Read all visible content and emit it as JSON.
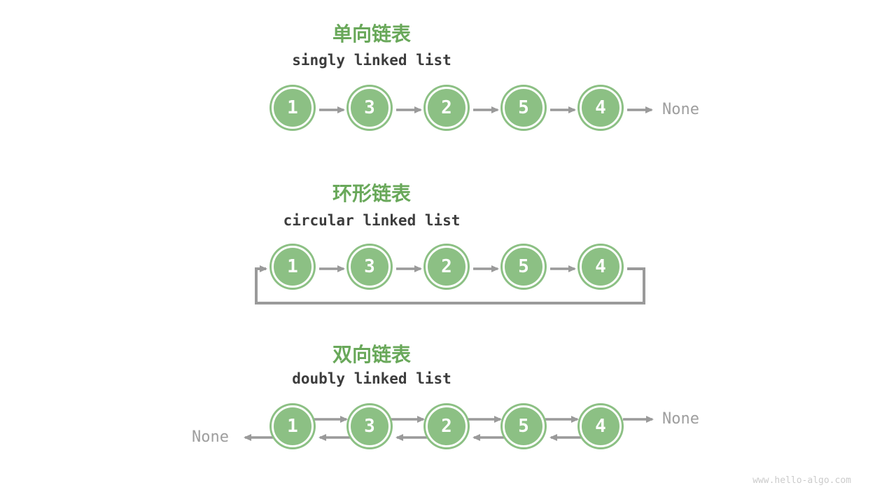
{
  "page": {
    "watermark": "www.hello-algo.com",
    "background": "#ffffff"
  },
  "colors": {
    "node_green": "#8cc084",
    "title_green": "#69a85a",
    "subtitle_dark": "#3d3d3d",
    "arrow_gray": "#9a9a9a",
    "none_gray": "#9e9e9e",
    "watermark_gray": "#cbcbcb",
    "node_value_white": "#ffffff"
  },
  "diagrams": [
    {
      "type": "singly",
      "title_zh": "单向链表",
      "title_en": "singly linked list",
      "nodes": [
        "1",
        "3",
        "2",
        "5",
        "4"
      ],
      "tail_label": "None"
    },
    {
      "type": "circular",
      "title_zh": "环形链表",
      "title_en": "circular linked list",
      "nodes": [
        "1",
        "3",
        "2",
        "5",
        "4"
      ]
    },
    {
      "type": "doubly",
      "title_zh": "双向链表",
      "title_en": "doubly linked list",
      "nodes": [
        "1",
        "3",
        "2",
        "5",
        "4"
      ],
      "head_label": "None",
      "tail_label": "None"
    }
  ]
}
